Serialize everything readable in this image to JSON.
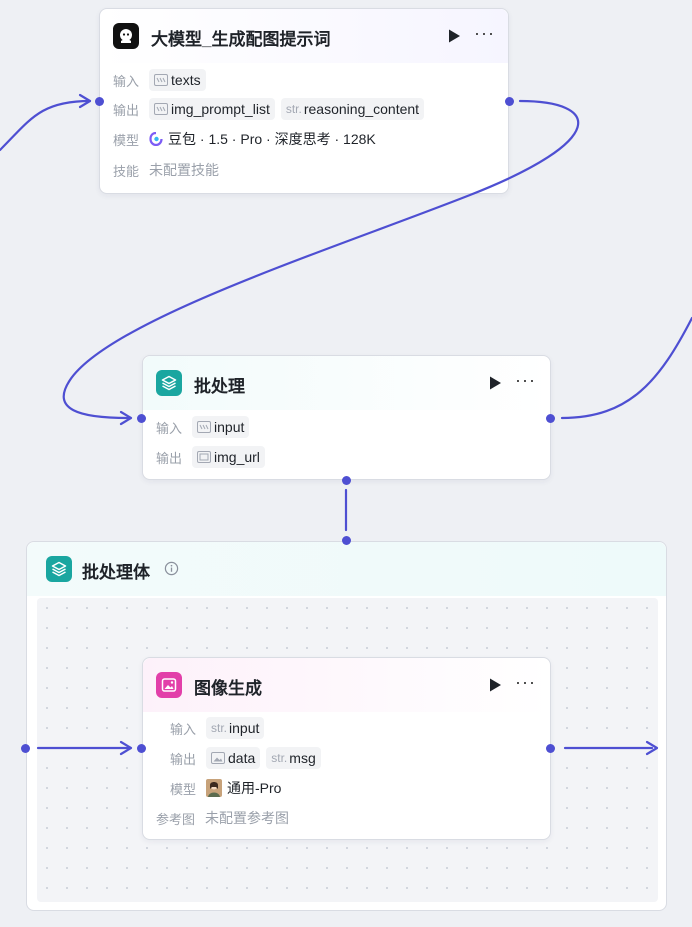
{
  "nodes": {
    "llm": {
      "title": "大模型_生成配图提示词",
      "input_label": "输入",
      "input_var": "texts",
      "output_label": "输出",
      "output_var1": "img_prompt_list",
      "output_var2_prefix": "str.",
      "output_var2": "reasoning_content",
      "model_label": "模型",
      "model_value": "豆包 · 1.5 · Pro · 深度思考 · 128K",
      "skill_label": "技能",
      "skill_value": "未配置技能"
    },
    "batch": {
      "title": "批处理",
      "input_label": "输入",
      "input_var": "input",
      "output_label": "输出",
      "output_var": "img_url"
    },
    "image_gen": {
      "title": "图像生成",
      "input_label": "输入",
      "input_prefix": "str.",
      "input_var": "input",
      "output_label": "输出",
      "output_var1": "data",
      "output_var2_prefix": "str.",
      "output_var2": "msg",
      "model_label": "模型",
      "model_value": "通用-Pro",
      "ref_label": "参考图",
      "ref_value": "未配置参考图"
    }
  },
  "group": {
    "title": "批处理体"
  },
  "icons": {
    "llm": "robot-icon",
    "batch": "layers-icon",
    "image_gen": "image-icon",
    "run": "play-icon",
    "more": "more-icon",
    "info": "info-icon"
  },
  "colors": {
    "edge": "#4e4fd2",
    "llm_icon_bg": "#111111",
    "batch_icon_bg": "#1aa6a0",
    "image_icon_bg": "#e23fa9"
  },
  "more_glyph": "···"
}
